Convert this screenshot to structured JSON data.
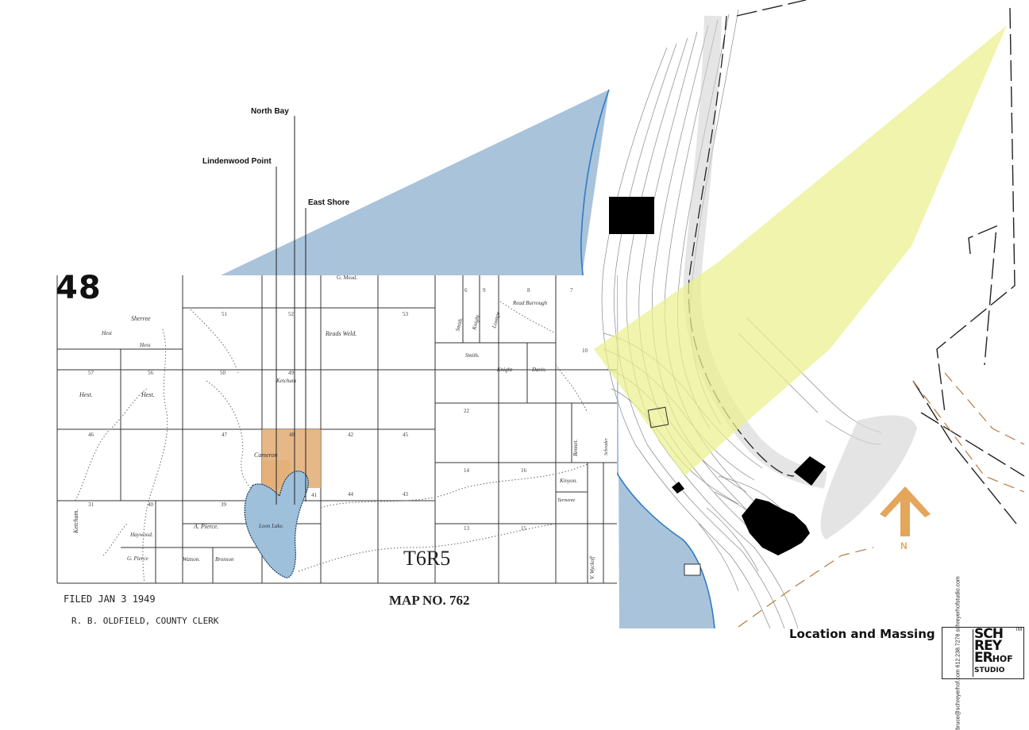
{
  "sheet": {
    "number": "48",
    "title": "Location and Massing"
  },
  "callouts": {
    "north_bay": "North Bay",
    "lindenwood_point": "Lindenwood Point",
    "east_shore": "East Shore"
  },
  "plat_map": {
    "map_number": "MAP NO. 762",
    "filed": "FILED JAN 3   1949",
    "clerk": "R. B. OLDFIELD, COUNTY CLERK",
    "township": "T6R5",
    "lake_name": "Loon Lake.",
    "owner_names": [
      "Sherree",
      "Hest",
      "Hess",
      "Hest.",
      "Hest.",
      "Reads Weld.",
      "Ketcham",
      "Cameron",
      "Ketcham.",
      "Haywood.",
      "A. Pierce.",
      "G. Pierce",
      "Watson.",
      "Bronson",
      "Smith.",
      "Knight.",
      "Lounge",
      "Read Burrough",
      "Smith.",
      "Knight",
      "Davis.",
      "Bennet.",
      "Kinyon.",
      "Tarmente",
      "V. Wyckoff",
      "Schrader"
    ],
    "section_numbers": [
      "G. Mead.",
      "52",
      "53",
      "51",
      "57",
      "56",
      "50",
      "49",
      "46",
      "47",
      "48",
      "45",
      "42",
      "41",
      "40",
      "43",
      "44",
      "31",
      "39",
      "22",
      "14",
      "16",
      "13",
      "15",
      "10",
      "6",
      "9",
      "8",
      "7"
    ],
    "highlight_color": "#e3b07a"
  },
  "site_plan": {
    "water_color": "#a9c3db",
    "view_cone_color": "#eef3a1",
    "north_label": "N",
    "north_arrow_color": "#e3a65a"
  },
  "logo": {
    "lines": [
      "SCH",
      "REY",
      "ER",
      "HOF",
      "STUDIO"
    ],
    "contact": "bruce@schreyerhof.com 612.238.7278 schreyerhofstudio.com",
    "mark": "TM"
  }
}
